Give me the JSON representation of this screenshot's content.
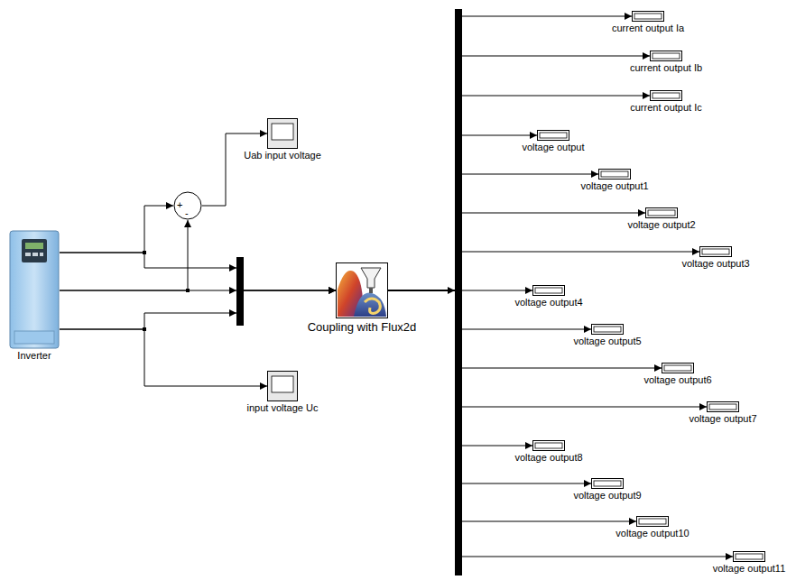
{
  "diagram": {
    "nodes": [
      {
        "text": [
          "Inverter"
        ]
      },
      {
        "text": [
          "+",
          "-"
        ]
      },
      {
        "text": [
          "Uab input voltage"
        ]
      },
      {
        "text": [
          "input voltage Uc"
        ]
      },
      {
        "text": [
          "Coupling with Flux2d"
        ]
      },
      {
        "text": [
          "current output Ia"
        ]
      },
      {
        "text": [
          "current output Ib"
        ]
      },
      {
        "text": [
          "current output Ic"
        ]
      },
      {
        "text": [
          "voltage output"
        ]
      },
      {
        "text": [
          "voltage output1"
        ]
      },
      {
        "text": [
          "voltage output2"
        ]
      },
      {
        "text": [
          "voltage output3"
        ]
      },
      {
        "text": [
          "voltage output4"
        ]
      },
      {
        "text": [
          "voltage output5"
        ]
      },
      {
        "text": [
          "voltage output6"
        ]
      },
      {
        "text": [
          "voltage output7"
        ]
      },
      {
        "text": [
          "voltage output8"
        ]
      },
      {
        "text": [
          "voltage output9"
        ]
      },
      {
        "text": [
          "voltage output10"
        ]
      },
      {
        "text": [
          "voltage output11"
        ]
      }
    ],
    "edges": [
      {
        "from": 0,
        "to": 1,
        "arrow": "to"
      },
      {
        "from": 0,
        "to": 1,
        "arrow": "to"
      },
      {
        "from": 1,
        "to": 2,
        "arrow": "to"
      },
      {
        "from": 0,
        "to": 4,
        "arrow": "to"
      },
      {
        "from": 0,
        "to": 4,
        "arrow": "to"
      },
      {
        "from": 0,
        "to": 4,
        "arrow": "to"
      },
      {
        "from": 0,
        "to": 3,
        "arrow": "to"
      },
      {
        "from": 4,
        "to": 5,
        "arrow": "to"
      },
      {
        "from": 4,
        "to": 6,
        "arrow": "to"
      },
      {
        "from": 4,
        "to": 7,
        "arrow": "to"
      },
      {
        "from": 4,
        "to": 8,
        "arrow": "to"
      },
      {
        "from": 4,
        "to": 9,
        "arrow": "to"
      },
      {
        "from": 4,
        "to": 10,
        "arrow": "to"
      },
      {
        "from": 4,
        "to": 11,
        "arrow": "to"
      },
      {
        "from": 4,
        "to": 12,
        "arrow": "to"
      },
      {
        "from": 4,
        "to": 13,
        "arrow": "to"
      },
      {
        "from": 4,
        "to": 14,
        "arrow": "to"
      },
      {
        "from": 4,
        "to": 15,
        "arrow": "to"
      },
      {
        "from": 4,
        "to": 16,
        "arrow": "to"
      },
      {
        "from": 4,
        "to": 17,
        "arrow": "to"
      },
      {
        "from": 4,
        "to": 18,
        "arrow": "to"
      },
      {
        "from": 4,
        "to": 19,
        "arrow": "to"
      }
    ]
  }
}
